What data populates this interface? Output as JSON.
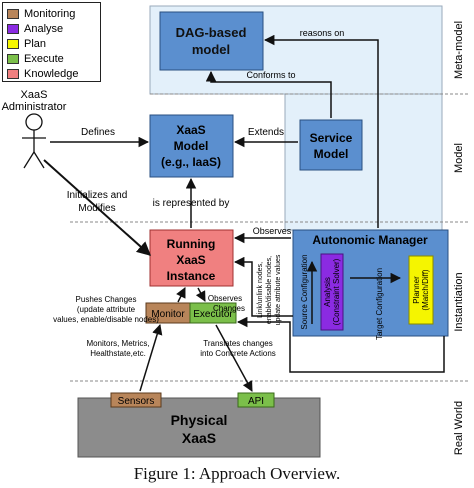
{
  "legend": {
    "items": [
      {
        "label": "Monitoring",
        "color": "#b8855a"
      },
      {
        "label": "Analyse",
        "color": "#8b2be2"
      },
      {
        "label": "Plan",
        "color": "#f5f500"
      },
      {
        "label": "Execute",
        "color": "#7bbf4a"
      },
      {
        "label": "Knowledge",
        "color": "#f08080"
      }
    ]
  },
  "layers": {
    "meta_model": "Meta-model",
    "model": "Model",
    "instantiation": "Instantiation",
    "real_world": "Real World"
  },
  "nodes": {
    "dag_model": [
      "DAG-based",
      "model"
    ],
    "xaas_model": [
      "XaaS",
      "Model",
      "(e.g., IaaS)"
    ],
    "service_model": [
      "Service",
      "Model"
    ],
    "running_instance": [
      "Running",
      "XaaS",
      "Instance"
    ],
    "autonomic_manager": "Autonomic Manager",
    "analysis": [
      "Analysis",
      "(Constraint Solver)"
    ],
    "planner": [
      "Planner",
      "(Match/Diff)"
    ],
    "monitor": "Monitor",
    "executor": "Executor",
    "physical": [
      "Physical",
      "XaaS"
    ],
    "sensors": "Sensors",
    "api": "API"
  },
  "actor": [
    "XaaS",
    "Administrator"
  ],
  "edges": {
    "reasons_on": "reasons on",
    "conforms_to": "Conforms to",
    "defines": "Defines",
    "extends": "Extends",
    "initializes": [
      "Initializes and",
      "Modifies"
    ],
    "represented": "is represented by",
    "observes": "Observes",
    "pushes": [
      "Pushes Changes",
      "(update attribute",
      "values, enable/disable nodes)"
    ],
    "observes_changes": [
      "Observes",
      "Changes"
    ],
    "link_unlink": [
      "Link/unlink nodes,",
      "enable/disable nodes,",
      "update attribute values"
    ],
    "source_config": "Source Configuration",
    "target_config": "Target Configuration",
    "monitors": [
      "Monitors, Metrics,",
      "Healthstate,etc."
    ],
    "translates": [
      "Translates changes",
      "into Concrete Actions"
    ]
  },
  "caption": "Figure 1: Approach Overview."
}
